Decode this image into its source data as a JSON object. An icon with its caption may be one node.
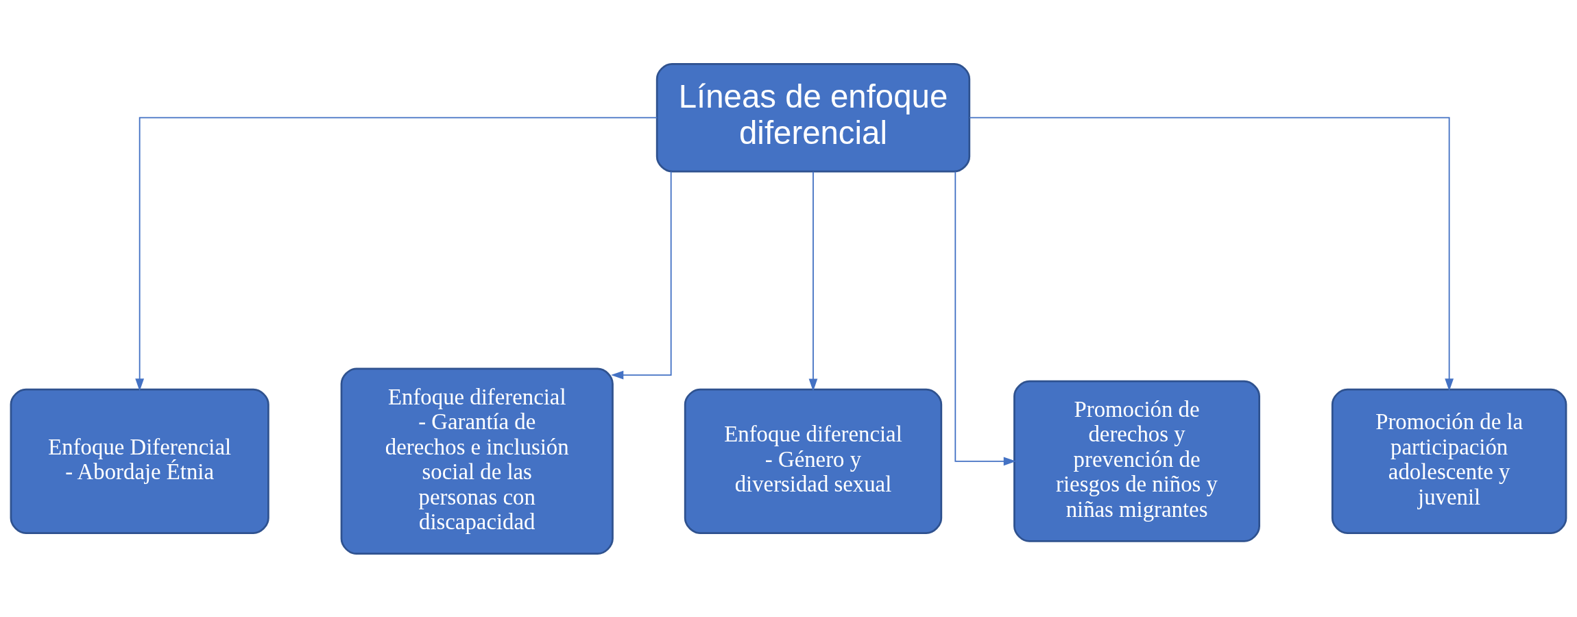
{
  "diagram": {
    "nodes": [
      {
        "text": [
          "Líneas de enfoque diferencial"
        ]
      },
      {
        "text": [
          "Enfoque Diferencial - Abordaje Étnia"
        ]
      },
      {
        "text": [
          "Enfoque diferencial - Garantía de derechos e inclusión social de las personas con discapacidad"
        ]
      },
      {
        "text": [
          "Enfoque diferencial - Género y diversidad sexual"
        ]
      },
      {
        "text": [
          "Promoción de derechos y prevención de riesgos de niños y niñas migrantes"
        ]
      },
      {
        "text": [
          "Promoción de la participación adolescente y juvenil"
        ]
      }
    ],
    "edges": [
      {
        "from": 0,
        "to": 1,
        "arrow": "to"
      },
      {
        "from": 0,
        "to": 2,
        "arrow": "to"
      },
      {
        "from": 0,
        "to": 3,
        "arrow": "to"
      },
      {
        "from": 0,
        "to": 4,
        "arrow": "to"
      },
      {
        "from": 0,
        "to": 5,
        "arrow": "to"
      }
    ]
  }
}
